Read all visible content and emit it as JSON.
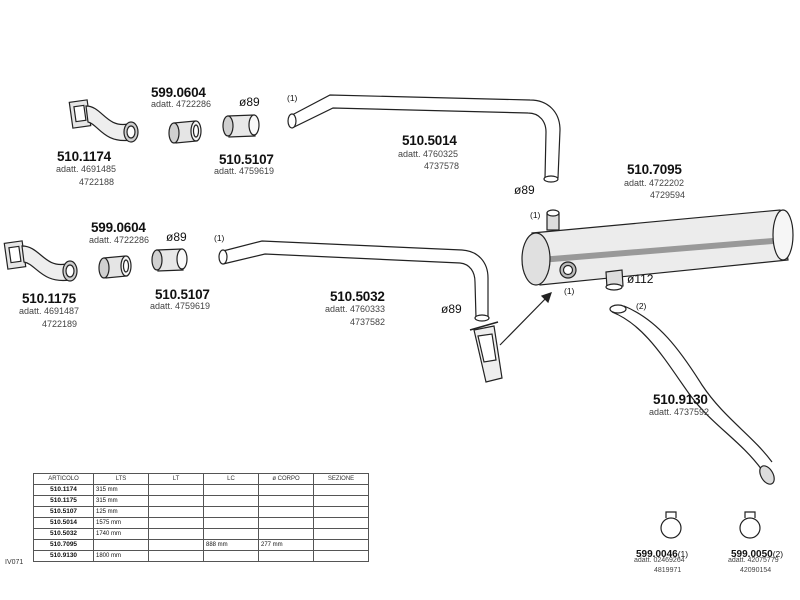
{
  "parts": {
    "p1": {
      "number": "599.0604",
      "adapt": "adatt. 4722286"
    },
    "p2": {
      "number": "510.1174",
      "adapt": "adatt. 4691485",
      "adapt2": "4722188"
    },
    "p3": {
      "diameter": "ø89",
      "number": "510.5107",
      "adapt": "adatt. 4759619"
    },
    "p4": {
      "note": "(1)",
      "number": "510.5014",
      "adapt": "adatt. 4760325",
      "adapt2": "4737578",
      "diameter": "ø89"
    },
    "p5": {
      "number": "510.7095",
      "adapt": "adatt. 4722202",
      "adapt2": "4729594",
      "note_top": "(1)",
      "note_bottom": "(1)",
      "diameter": "ø112"
    },
    "p6": {
      "number": "599.0604",
      "adapt": "adatt. 4722286",
      "diameter": "ø89"
    },
    "p7": {
      "number": "510.1175",
      "adapt": "adatt. 4691487",
      "adapt2": "4722189"
    },
    "p8": {
      "number": "510.5107",
      "adapt": "adatt. 4759619",
      "note": "(1)"
    },
    "p9": {
      "number": "510.5032",
      "adapt": "adatt. 4760333",
      "adapt2": "4737582",
      "diameter": "ø89"
    },
    "p10": {
      "number": "510.9130",
      "adapt": "adatt. 4737592",
      "note": "(2)"
    },
    "c1": {
      "number": "599.0046",
      "note": "(1)",
      "adapt": "adatt. 02469264",
      "adapt2": "4819971"
    },
    "c2": {
      "number": "599.0050",
      "note": "(2)",
      "adapt": "adatt. 42075779",
      "adapt2": "42090154"
    }
  },
  "table": {
    "headers": [
      "ARTICOLO",
      "LTS",
      "LT",
      "LC",
      "ø CORPO",
      "SEZIONE"
    ],
    "rows": [
      [
        "510.1174",
        "315 mm",
        "",
        "",
        "",
        ""
      ],
      [
        "510.1175",
        "315 mm",
        "",
        "",
        "",
        ""
      ],
      [
        "510.5107",
        "125 mm",
        "",
        "",
        "",
        ""
      ],
      [
        "510.5014",
        "1575 mm",
        "",
        "",
        "",
        ""
      ],
      [
        "510.5032",
        "1740 mm",
        "",
        "",
        "",
        ""
      ],
      [
        "510.7095",
        "",
        "",
        "888 mm",
        "277 mm",
        ""
      ],
      [
        "510.9130",
        "1800 mm",
        "",
        "",
        "",
        ""
      ]
    ],
    "code": "IV071"
  }
}
